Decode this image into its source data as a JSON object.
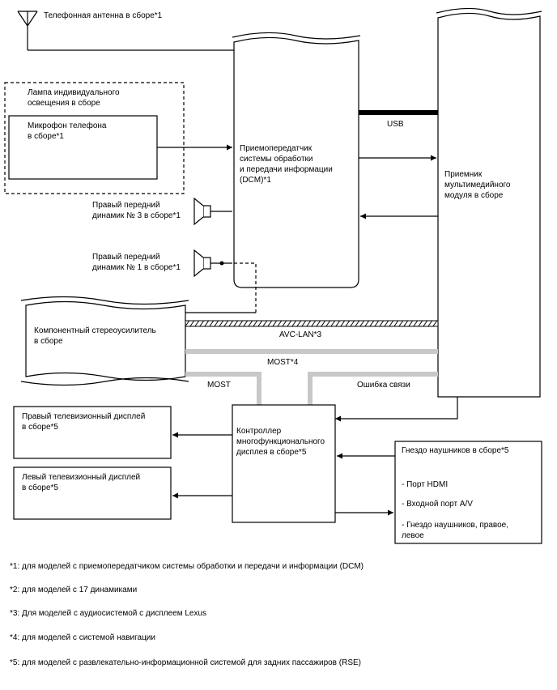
{
  "antenna": {
    "label": "Телефонная антенна в сборе*1"
  },
  "lamp": {
    "label_line1": "Лампа индивидуального",
    "label_line2": "освещения в сборе"
  },
  "mic": {
    "label_line1": "Микрофон телефона",
    "label_line2": "в сборе*1"
  },
  "dcm": {
    "line1": "Приемопередатчик",
    "line2": "системы обработки",
    "line3": "и передачи информации",
    "line4": "(DCM)*1"
  },
  "usb": {
    "label": "USB"
  },
  "receiver": {
    "line1": "Приемник",
    "line2": "мультимедийного",
    "line3": "модуля в сборе"
  },
  "speaker3": {
    "line1": "Правый передний",
    "line2": "динамик № 3 в сборе*1"
  },
  "speaker1": {
    "line1": "Правый передний",
    "line2": "динамик № 1 в сборе*1"
  },
  "amp": {
    "line1": "Компонентный стереоусилитель",
    "line2": "в сборе"
  },
  "avc_lan": {
    "label": "AVC-LAN*3"
  },
  "most_main": {
    "label": "MOST*4"
  },
  "most_short": {
    "label": "MOST"
  },
  "comm_error": {
    "label": "Ошибка связи"
  },
  "right_tv": {
    "line1": "Правый телевизионный дисплей",
    "line2": "в сборе*5"
  },
  "left_tv": {
    "line1": "Левый телевизионный дисплей",
    "line2": "в сборе*5"
  },
  "mfd": {
    "line1": "Контроллер",
    "line2": "многофункционального",
    "line3": "дисплея в сборе*5"
  },
  "headphone": {
    "title": "Гнездо наушников в сборе*5",
    "item1": "- Порт HDMI",
    "item2": "- Входной порт A/V",
    "item3_line1": "- Гнездо наушников, правое,",
    "item3_line2": "левое"
  },
  "notes": [
    "*1: для моделей с приемопередатчиком системы обработки и передачи и информации (DCM)",
    "*2: для моделей с 17 динамиками",
    "*3: Для моделей с аудиосистемой с дисплеем Lexus",
    "*4: для моделей с системой навигации",
    "*5: для моделей с развлекательно-информационной системой для задних пассажиров (RSE)"
  ]
}
